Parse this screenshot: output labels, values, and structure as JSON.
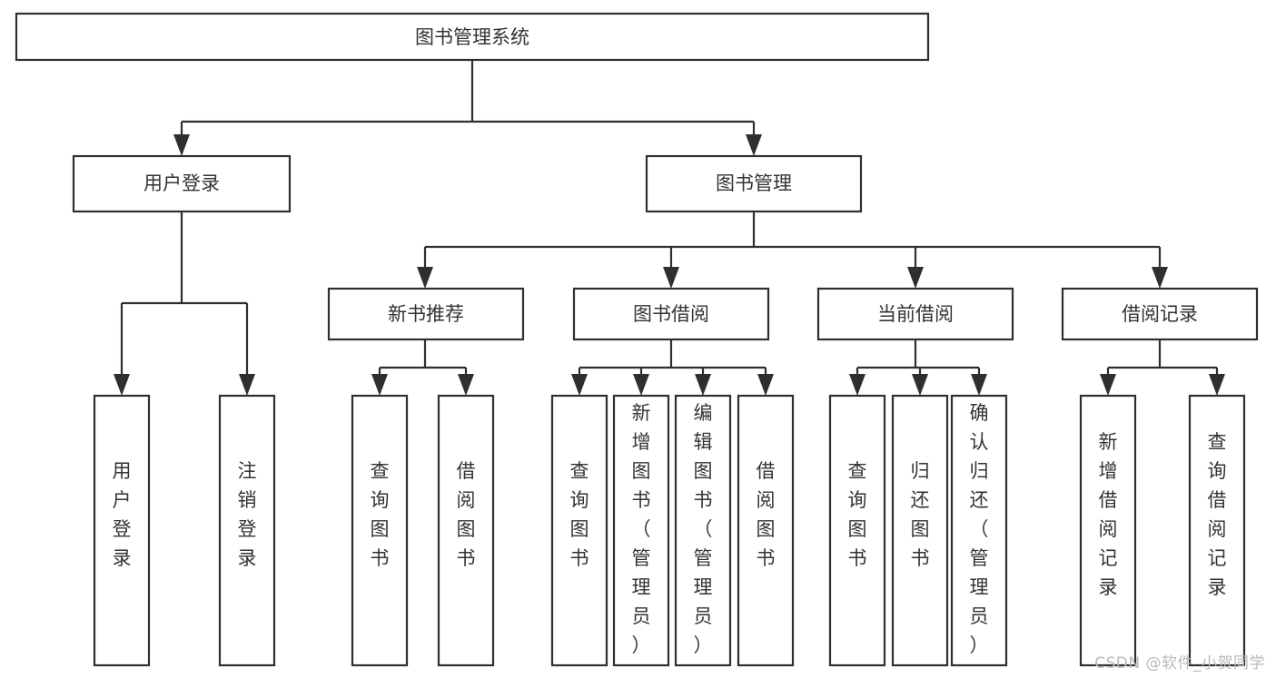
{
  "diagram": {
    "type": "tree",
    "title": "图书管理系统",
    "orientation": "top-down",
    "colors": {
      "background": "#ffffff",
      "box_stroke": "#2f2f2f",
      "box_fill": "#ffffff",
      "text": "#333333",
      "connector": "#2f2f2f",
      "watermark": "#b9b9b9"
    },
    "root": {
      "label": "图书管理系统",
      "name": "node-root"
    },
    "level2": [
      {
        "label": "用户登录",
        "name": "node-user-login"
      },
      {
        "label": "图书管理",
        "name": "node-book-management"
      }
    ],
    "level3": [
      {
        "label": "新书推荐",
        "name": "node-new-book-recommend"
      },
      {
        "label": "图书借阅",
        "name": "node-book-borrow"
      },
      {
        "label": "当前借阅",
        "name": "node-current-borrow"
      },
      {
        "label": "借阅记录",
        "name": "node-borrow-record"
      }
    ],
    "leaves": {
      "user_login": [
        {
          "label": "用户登录",
          "name": "leaf-user-login"
        },
        {
          "label": "注销登录",
          "name": "leaf-logout"
        }
      ],
      "new_book_recommend": [
        {
          "label": "查询图书",
          "name": "leaf-query-book-1"
        },
        {
          "label": "借阅图书",
          "name": "leaf-borrow-book-1"
        }
      ],
      "book_borrow": [
        {
          "label": "查询图书",
          "name": "leaf-query-book-2"
        },
        {
          "label": "新增图书（管理员）",
          "name": "leaf-add-book-admin"
        },
        {
          "label": "编辑图书（管理员）",
          "name": "leaf-edit-book-admin"
        },
        {
          "label": "借阅图书",
          "name": "leaf-borrow-book-2"
        }
      ],
      "current_borrow": [
        {
          "label": "查询图书",
          "name": "leaf-query-book-3"
        },
        {
          "label": "归还图书",
          "name": "leaf-return-book"
        },
        {
          "label": "确认归还（管理员）",
          "name": "leaf-confirm-return-admin"
        }
      ],
      "borrow_record": [
        {
          "label": "新增借阅记录",
          "name": "leaf-add-borrow-record"
        },
        {
          "label": "查询借阅记录",
          "name": "leaf-query-borrow-record"
        }
      ]
    }
  },
  "watermark": {
    "text": "CSDN @软件_小贺同学"
  }
}
